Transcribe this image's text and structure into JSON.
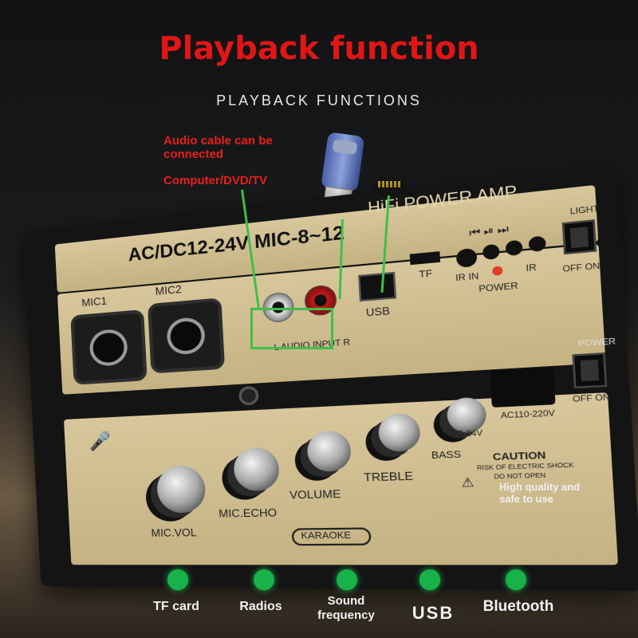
{
  "title": "Playback function",
  "subtitle": "PLAYBACK FUNCTIONS",
  "callouts": {
    "audio_cable_line1": "Audio cable can be",
    "audio_cable_line2": "connected",
    "audio_sources": "Computer/DVD/TV",
    "safety_line1": "High quality and",
    "safety_line2": "safe to use"
  },
  "panel": {
    "power_spec": "AC/DC12-24V MIC-8~12",
    "brand": "HiFi POWER AMP",
    "mic1": "MIC1",
    "mic2": "MIC2",
    "audio_input": "L AUDIO INPUT R",
    "usb": "USB",
    "tf": "TF",
    "ir_in": "IR IN",
    "ir": "IR",
    "power_led": "POWER",
    "light": "LIGHT",
    "off_on_1": "OFF  ON",
    "power_switch": "POWER",
    "off_on_2": "OFF  ON",
    "mic_vol": "MIC.VOL",
    "mic_echo": "MIC.ECHO",
    "volume": "VOLUME",
    "treble": "TREBLE",
    "bass": "BASS",
    "dc24v": "DC 24V",
    "ac_spec": "AC110-220V",
    "caution": "CAUTION",
    "caution_line1": "RISK OF ELECTRIC SHOCK",
    "caution_line2": "DO NOT OPEN",
    "karaoke": "KARAOKE",
    "transport_icons": "⏮ ⏯ ⏭"
  },
  "features": [
    {
      "label": "TF card",
      "icon": "green-dot"
    },
    {
      "label": "Radios",
      "icon": "green-dot"
    },
    {
      "label": "Sound\nfrequency",
      "icon": "green-dot"
    },
    {
      "label": "USB",
      "icon": "green-dot"
    },
    {
      "label": "Bluetooth",
      "icon": "green-dot"
    }
  ],
  "colors": {
    "title_red": "#e01616",
    "accent_green": "#3fbf4a",
    "panel_gold": "#d8c79c"
  }
}
